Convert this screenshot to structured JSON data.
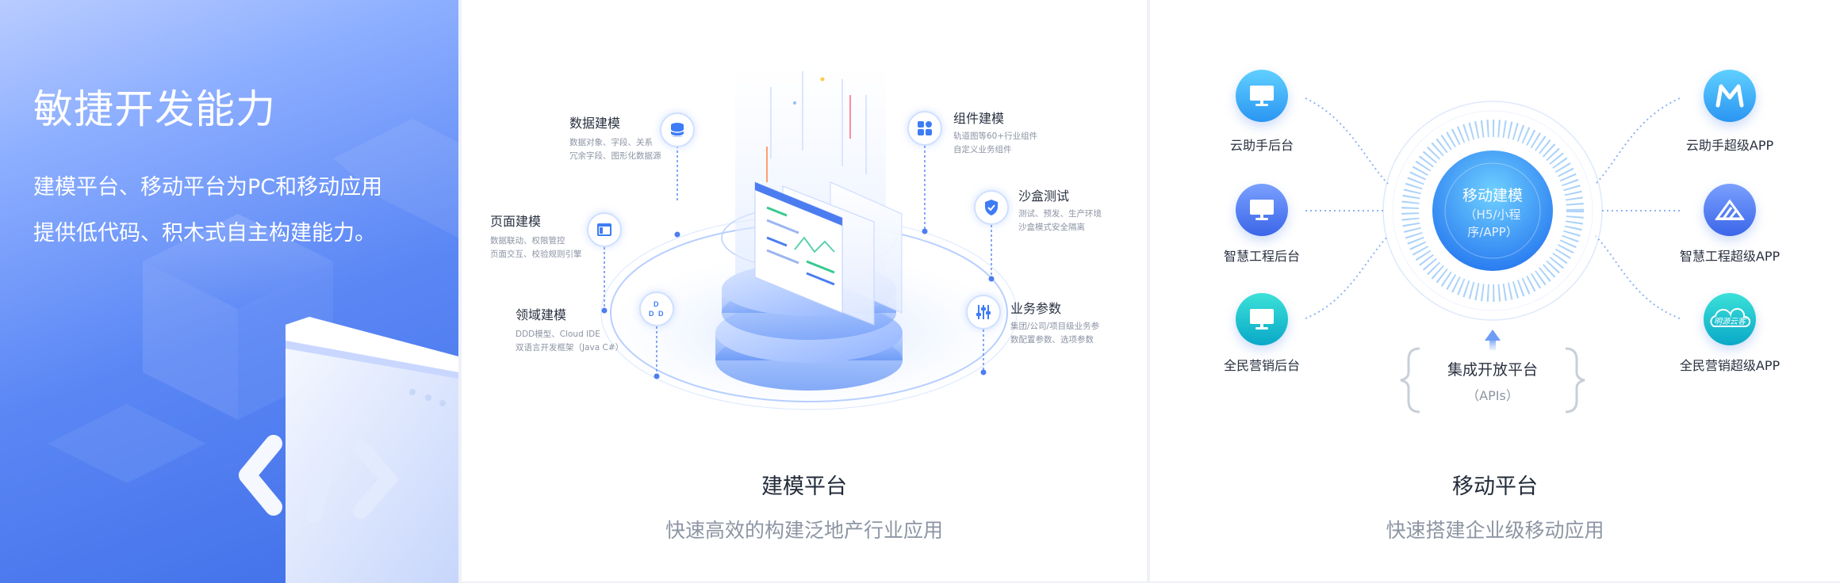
{
  "hero": {
    "title": "敏捷开发能力",
    "desc_line1": "建模平台、移动平台为PC和移动应用",
    "desc_line2": "提供低代码、积木式自主构建能力。"
  },
  "modeling": {
    "title": "建模平台",
    "subtitle": "快速高效的构建泛地产行业应用",
    "items": [
      {
        "label": "数据建模",
        "desc1": "数据对象、字段、关系",
        "desc2": "冗余字段、图形化数据源",
        "icon": "database-icon"
      },
      {
        "label": "组件建模",
        "desc1": "轨道图等60+行业组件",
        "desc2": "自定义业务组件",
        "icon": "components-icon"
      },
      {
        "label": "页面建模",
        "desc1": "数据联动、权限管控",
        "desc2": "页面交互、校验规则引擎",
        "icon": "page-icon"
      },
      {
        "label": "沙盒测试",
        "desc1": "测试、预发、生产环境",
        "desc2": "沙盒模式安全隔离",
        "icon": "shield-icon"
      },
      {
        "label": "领域建模",
        "desc1": "DDD模型、Cloud IDE",
        "desc2": "双语言开发框架（Java C#）",
        "icon": "ddd-icon"
      },
      {
        "label": "业务参数",
        "desc1": "集团/公司/项目级业务参",
        "desc2": "数配置参数、选项参数",
        "icon": "sliders-icon"
      }
    ]
  },
  "mobile": {
    "title": "移动平台",
    "subtitle": "快速搭建企业级移动应用",
    "core_title": "移动建模",
    "core_sub1": "（H5/小程",
    "core_sub2": "序/APP）",
    "open_title": "集成开放平台",
    "open_sub": "（APIs）",
    "left_nodes": [
      {
        "label": "云助手后台",
        "icon": "monitor-icon",
        "color": "#2bb0f5"
      },
      {
        "label": "智慧工程后台",
        "icon": "monitor-icon",
        "color": "#4f7cf3"
      },
      {
        "label": "全民营销后台",
        "icon": "monitor-icon",
        "color": "#12c3d2"
      }
    ],
    "right_nodes": [
      {
        "label": "云助手超级APP",
        "icon": "m-logo-icon",
        "color": "#2bb0f5"
      },
      {
        "label": "智慧工程超级APP",
        "icon": "engineering-logo-icon",
        "color": "#4f7cf3"
      },
      {
        "label": "全民营销超级APP",
        "icon": "cloud-logo-icon",
        "color": "#12c3d2"
      }
    ],
    "cloud_logo_text": "明源云客"
  }
}
